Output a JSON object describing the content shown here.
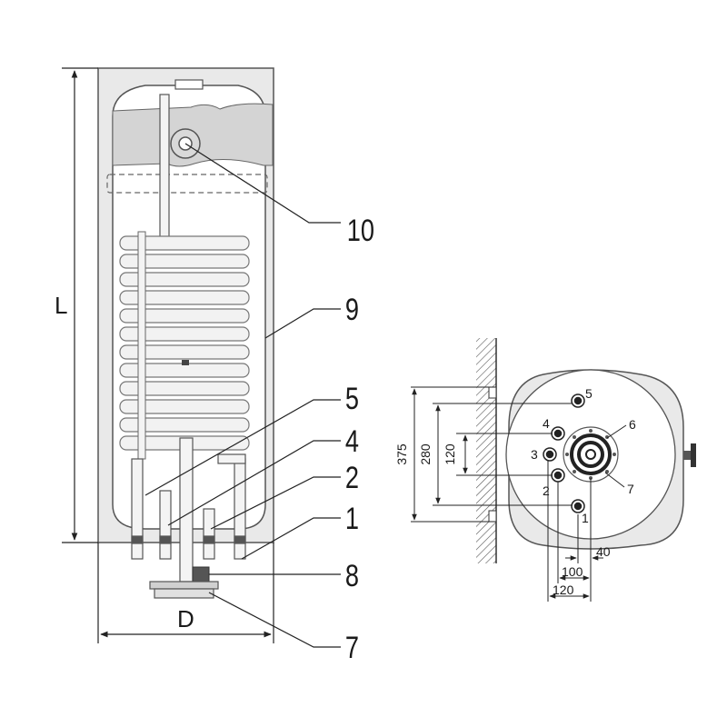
{
  "side_view": {
    "dimension_labels": {
      "length": "L",
      "diameter": "D"
    },
    "callouts": [
      {
        "id": "10",
        "label": "10"
      },
      {
        "id": "9",
        "label": "9"
      },
      {
        "id": "5",
        "label": "5"
      },
      {
        "id": "4",
        "label": "4"
      },
      {
        "id": "2",
        "label": "2"
      },
      {
        "id": "1",
        "label": "1"
      },
      {
        "id": "8",
        "label": "8"
      },
      {
        "id": "7",
        "label": "7"
      }
    ]
  },
  "top_view": {
    "port_labels": [
      "5",
      "4",
      "6",
      "3",
      "2",
      "7",
      "1"
    ],
    "vertical_dimensions": [
      "375",
      "280",
      "120"
    ],
    "horizontal_dimensions": [
      "40",
      "100",
      "120"
    ]
  }
}
